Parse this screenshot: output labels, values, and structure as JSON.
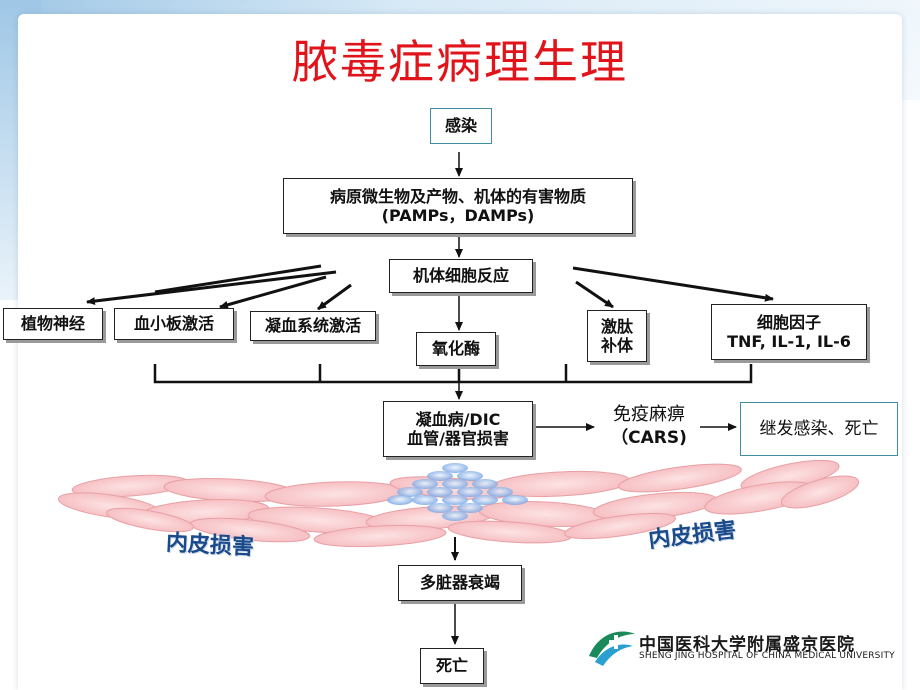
{
  "title": "脓毒症病理生理",
  "nodes": {
    "infection": "感染",
    "pathogen_line1": "病原微生物及产物、机体的有害物质",
    "pathogen_line2": "(PAMPs，DAMPs)",
    "cell_response": "机体细胞反应",
    "autonomic": "植物神经",
    "platelet": "血小板激活",
    "coagulation_system": "凝血系统激活",
    "oxidase": "氧化酶",
    "kinin_line1": "激肽",
    "kinin_line2": "补体",
    "cytokine_line1": "细胞因子",
    "cytokine_line2": "TNF, IL-1, IL-6",
    "coagulopathy_line1": "凝血病/DIC",
    "coagulopathy_line2": "血管/器官损害",
    "immune_line1": "免疫麻痹",
    "immune_line2": "（CARS)",
    "secondary": "继发感染、死亡",
    "endothelial_left": "内皮损害",
    "endothelial_right": "内皮损害",
    "mods": "多脏器衰竭",
    "death": "死亡"
  },
  "logo": {
    "name_cn": "中国医科大学附属盛京医院",
    "name_en": "SHENG JING HOSPITAL OF CHINA MEDICAL UNIVERSITY"
  },
  "colors": {
    "title": "#e0141a",
    "endothelium_text": "#1a4a8a",
    "cell_fill": "#f7c7c9",
    "cell_stroke": "#e8a0a4",
    "blood_cells": "#6e9fe0",
    "logo_green": "#1a8a5a"
  }
}
